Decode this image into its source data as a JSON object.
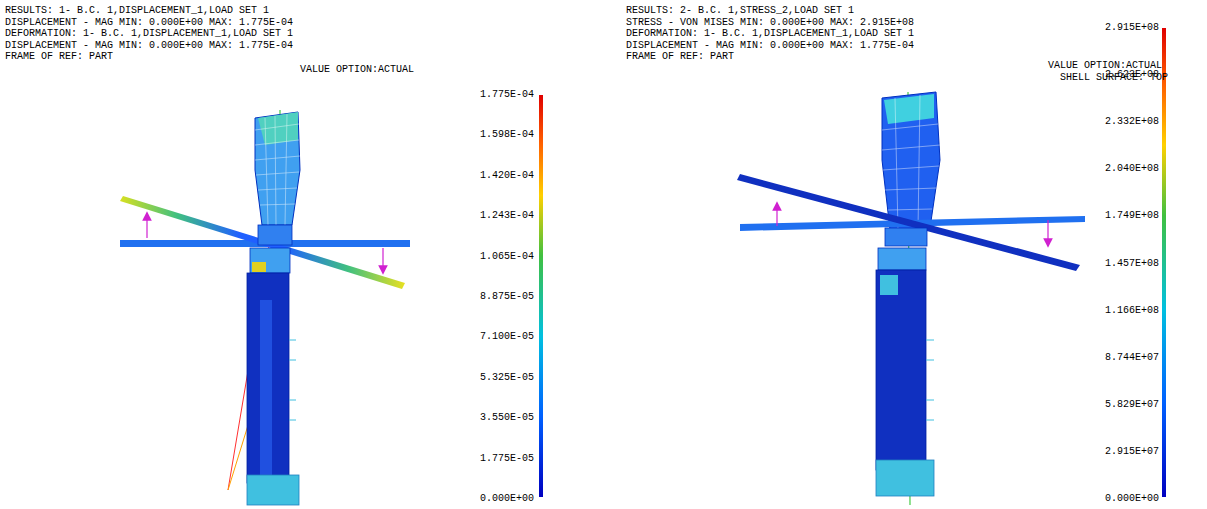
{
  "diagram": {
    "labels": [
      "RESULTS: 1- B.C. 1,DISPLACEMENT_1,LOAD SET 1",
      "DISPLACEMENT - MAG MIN: 0.000E+00 MAX: 1.775E-04",
      "DEFORMATION: 1- B.C. 1,DISPLACEMENT_1,LOAD SET 1",
      "DISPLACEMENT - MAG MIN: 0.000E+00 MAX: 1.775E-04",
      "FRAME OF REF: PART",
      "VALUE OPTION:ACTUAL",
      "1.775E-04",
      "1.598E-04",
      "1.420E-04",
      "1.243E-04",
      "1.065E-04",
      "8.875E-05",
      "7.100E-05",
      "5.325E-05",
      "3.550E-05",
      "1.775E-05",
      "0.000E+00",
      "RESULTS: 2- B.C. 1,STRESS_2,LOAD SET 1",
      "STRESS - VON MISES MIN: 0.000E+00 MAX: 2.915E+08",
      "DEFORMATION: 1- B.C. 1,DISPLACEMENT_1,LOAD SET 1",
      "DISPLACEMENT - MAG MIN: 0.000E+00 MAX: 1.775E-04",
      "FRAME OF REF: PART",
      "VALUE OPTION:ACTUAL",
      "SHELL SURFACE: TOP",
      "2.915E+08",
      "2.623E+08",
      "2.332E+08",
      "2.040E+08",
      "1.749E+08",
      "1.457E+08",
      "1.166E+08",
      "8.744E+07",
      "5.829E+07",
      "2.915E+07",
      "0.000E+00"
    ]
  }
}
